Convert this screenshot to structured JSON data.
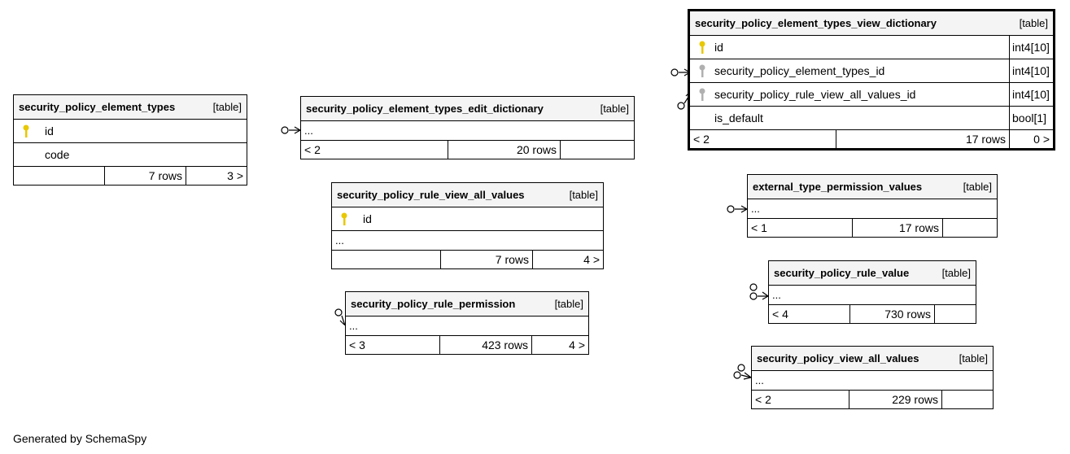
{
  "tables": {
    "t1": {
      "name": "security_policy_element_types",
      "kind": "[table]",
      "cols": [
        "id",
        "code"
      ],
      "foot": [
        "",
        "7 rows",
        "3 >"
      ]
    },
    "t2": {
      "name": "security_policy_element_types_edit_dictionary",
      "kind": "[table]",
      "dots": "...",
      "foot": [
        "< 2",
        "20 rows",
        ""
      ]
    },
    "t3": {
      "name": "security_policy_rule_view_all_values",
      "kind": "[table]",
      "cols": [
        "id"
      ],
      "dots": "...",
      "foot": [
        "",
        "7 rows",
        "4 >"
      ]
    },
    "t4": {
      "name": "security_policy_rule_permission",
      "kind": "[table]",
      "dots": "...",
      "foot": [
        "< 3",
        "423 rows",
        "4 >"
      ]
    },
    "t5": {
      "name": "security_policy_element_types_view_dictionary",
      "kind": "[table]",
      "cols": [
        {
          "name": "id",
          "type": "int4[10]",
          "icon": "primary-key"
        },
        {
          "name": "security_policy_element_types_id",
          "type": "int4[10]",
          "icon": "foreign-key"
        },
        {
          "name": "security_policy_rule_view_all_values_id",
          "type": "int4[10]",
          "icon": "foreign-key"
        },
        {
          "name": "is_default",
          "type": "bool[1]",
          "icon": ""
        }
      ],
      "foot": [
        "< 2",
        "17 rows",
        "0 >"
      ]
    },
    "t6": {
      "name": "external_type_permission_values",
      "kind": "[table]",
      "dots": "...",
      "foot": [
        "< 1",
        "17 rows",
        ""
      ]
    },
    "t7": {
      "name": "security_policy_rule_value",
      "kind": "[table]",
      "dots": "...",
      "foot": [
        "< 4",
        "730 rows",
        ""
      ]
    },
    "t8": {
      "name": "security_policy_view_all_values",
      "kind": "[table]",
      "dots": "...",
      "foot": [
        "< 2",
        "229 rows",
        ""
      ]
    }
  },
  "colors": {
    "primary_key": "#e8c800",
    "foreign_key": "#b0b0b0",
    "header_bg": "#f4f4f4"
  },
  "footer_text": "Generated by SchemaSpy"
}
